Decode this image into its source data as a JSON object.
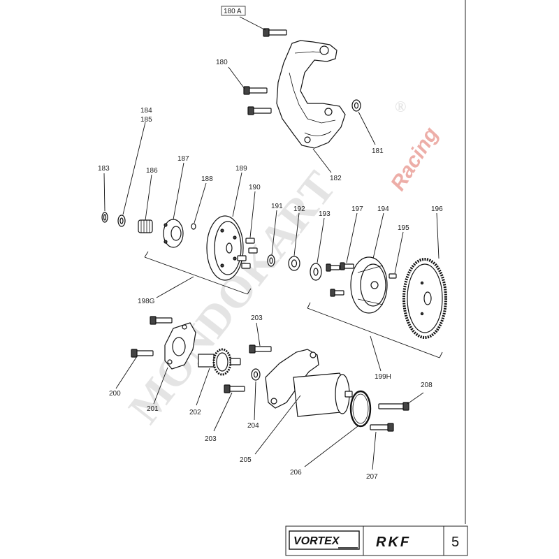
{
  "watermark": {
    "main": "MONDOKART",
    "registered": "®",
    "sub": "Racing"
  },
  "footer": {
    "brand": "VORTEX",
    "model": "RKF",
    "page": "5"
  },
  "callouts": {
    "c180a": "180 A",
    "c180": "180",
    "c181": "181",
    "c182": "182",
    "c183": "183",
    "c184": "184",
    "c185": "185",
    "c186": "186",
    "c187": "187",
    "c188": "188",
    "c189": "189",
    "c190": "190",
    "c191": "191",
    "c192": "192",
    "c193": "193",
    "c194": "194",
    "c195": "195",
    "c196": "196",
    "c197": "197",
    "c198g": "198G",
    "c199h": "199H",
    "c200": "200",
    "c201": "201",
    "c202": "202",
    "c203a": "203",
    "c203b": "203",
    "c204": "204",
    "c205": "205",
    "c206": "206",
    "c207": "207",
    "c208": "208"
  }
}
